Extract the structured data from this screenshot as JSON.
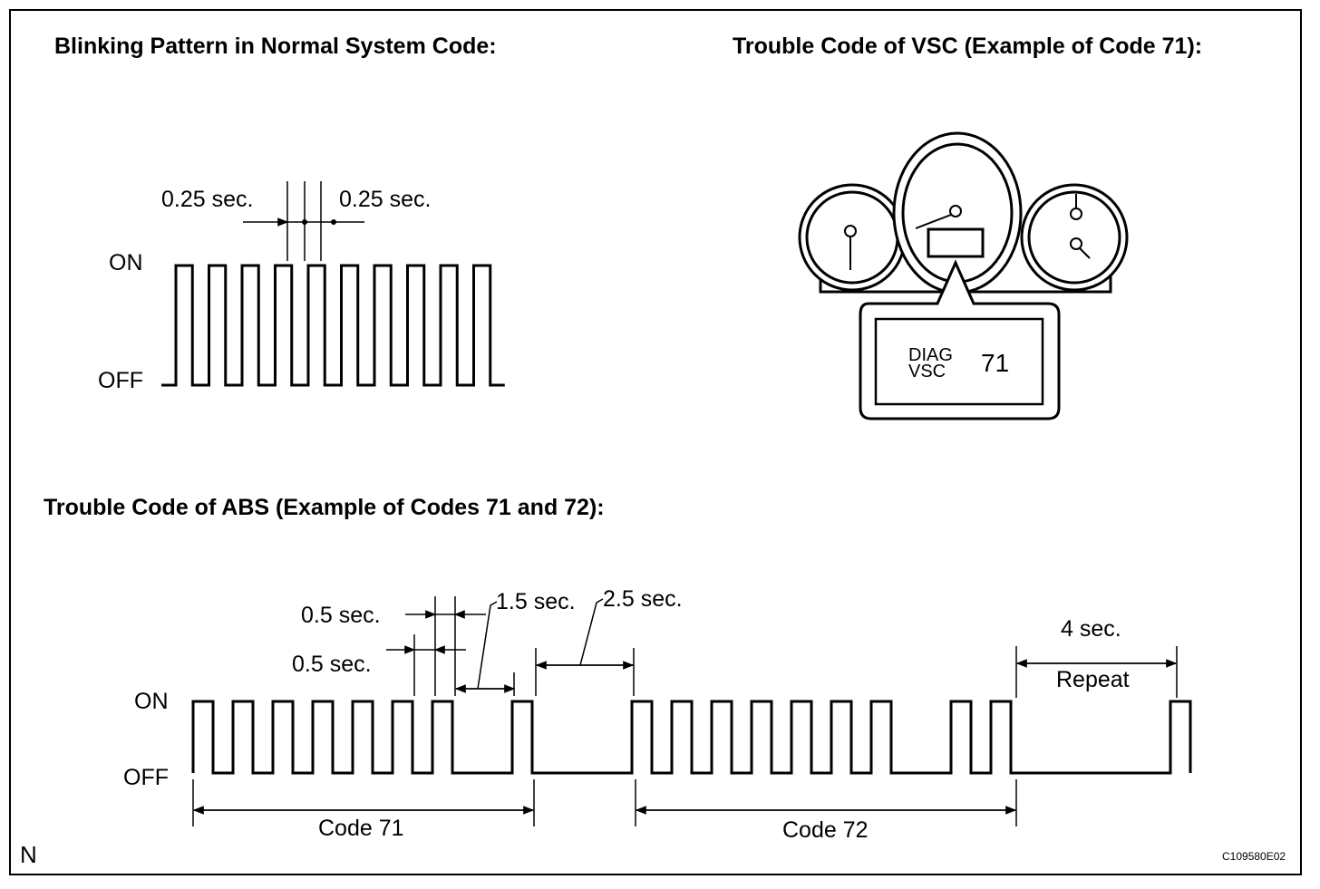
{
  "titles": {
    "normal": "Blinking Pattern in Normal System Code:",
    "vsc": "Trouble Code of VSC (Example of Code 71):",
    "abs": "Trouble Code of ABS (Example of Codes 71 and 72):"
  },
  "normal_chart": {
    "on_label": "ON",
    "off_label": "OFF",
    "pulse_count": 10,
    "pulse_on_sec": 0.25,
    "pulse_off_sec": 0.25,
    "timing_left": "0.25 sec.",
    "timing_right": "0.25 sec."
  },
  "vsc_display": {
    "line1": "DIAG",
    "line2": "VSC",
    "code": "71"
  },
  "abs_chart": {
    "on_label": "ON",
    "off_label": "OFF",
    "codes": [
      {
        "code": 71,
        "tens_pulses": 7,
        "ones_pulses": 1,
        "label": "Code 71"
      },
      {
        "code": 72,
        "tens_pulses": 7,
        "ones_pulses": 2,
        "label": "Code 72"
      }
    ],
    "pulse_on_sec": 0.5,
    "pulse_off_sec": 0.5,
    "digit_gap_sec": 1.5,
    "code_gap_sec": 2.5,
    "repeat_gap_sec": 4,
    "timing_on": "0.5 sec.",
    "timing_off": "0.5 sec.",
    "timing_digit_gap": "1.5 sec.",
    "timing_code_gap": "2.5 sec.",
    "timing_repeat": "4 sec.",
    "repeat_label": "Repeat",
    "code71_label": "Code 71",
    "code72_label": "Code 72"
  },
  "footer": {
    "corner_letter": "N",
    "figure_id": "C109580E02"
  }
}
